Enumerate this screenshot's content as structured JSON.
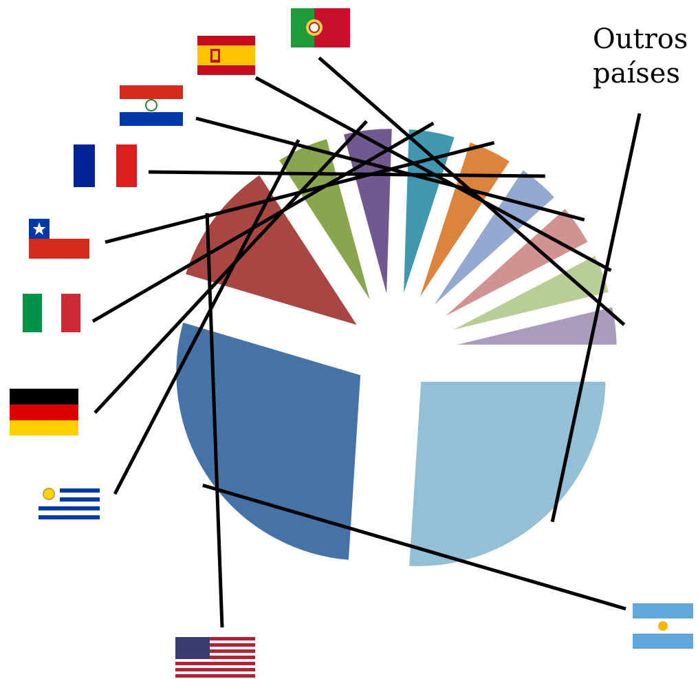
{
  "chart_data": {
    "type": "pie",
    "title": "",
    "slices": [
      {
        "label": "Outros países",
        "flag": "",
        "value": 25.5,
        "color": "#93c0d4"
      },
      {
        "label": "",
        "flag": "argentina-flag",
        "value": 28.0,
        "color": "#4673a7"
      },
      {
        "label": "",
        "flag": "usa-flag",
        "value": 11.0,
        "color": "#a84644"
      },
      {
        "label": "",
        "flag": "uruguay-flag",
        "value": 4.9,
        "color": "#89a64e"
      },
      {
        "label": "",
        "flag": "germany-flag",
        "value": 4.6,
        "color": "#71588f"
      },
      {
        "label": "",
        "flag": "italy-flag",
        "value": 4.4,
        "color": "#4197b0"
      },
      {
        "label": "",
        "flag": "chile-flag",
        "value": 4.2,
        "color": "#db843d"
      },
      {
        "label": "",
        "flag": "france-flag",
        "value": 4.0,
        "color": "#93a9d0"
      },
      {
        "label": "",
        "flag": "paraguay-flag",
        "value": 3.9,
        "color": "#d19392"
      },
      {
        "label": "",
        "flag": "spain-flag",
        "value": 3.8,
        "color": "#b9cd96"
      },
      {
        "label": "",
        "flag": "portugal-flag",
        "value": 3.7,
        "color": "#a99bbd"
      }
    ],
    "start_angle_deg": 0,
    "direction": "clockwise-from-right",
    "exploded": true,
    "legend": "none"
  }
}
